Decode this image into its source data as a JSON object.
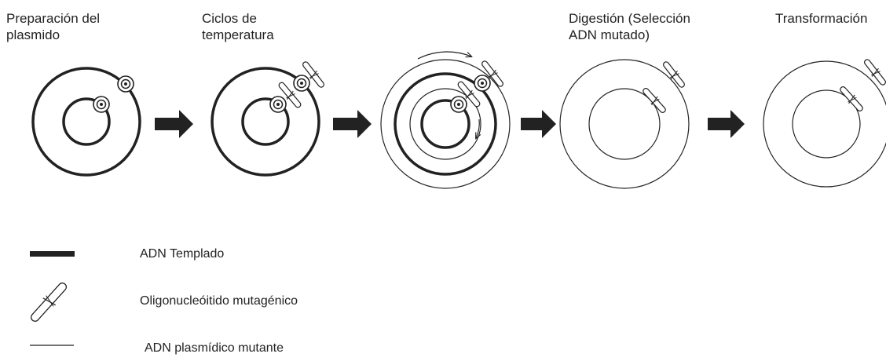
{
  "steps": [
    {
      "label": "Preparación del\nplasmido"
    },
    {
      "label": "Ciclos de\ntemperatura"
    },
    {
      "label": ""
    },
    {
      "label": "Digestión (Selección\nADN mutado)"
    },
    {
      "label": "Transformación"
    }
  ],
  "legend": {
    "template_label": "ADN Templado",
    "oligo_label": "Oligonucleóitido mutagénico",
    "mutant_label": "ADN plasmídico mutante"
  },
  "colors": {
    "ink": "#222222",
    "background": "#ffffff"
  }
}
